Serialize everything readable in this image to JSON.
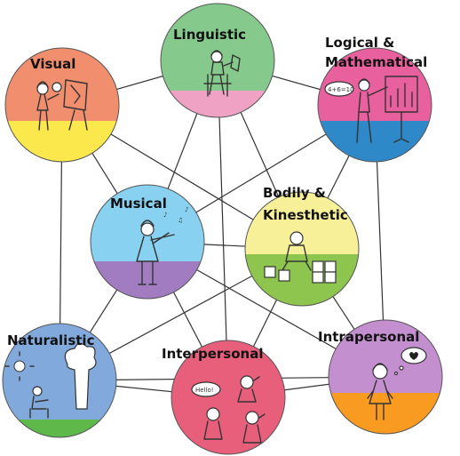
{
  "diagram": {
    "nodes": [
      {
        "id": "linguistic",
        "label": "Linguistic",
        "top_color": "#86c98c",
        "bottom_color": "#f0a2c4",
        "figure": "person-reading-icon"
      },
      {
        "id": "visual",
        "label": "Visual",
        "top_color": "#f08e6e",
        "bottom_color": "#fbe84c",
        "figure": "person-painting-icon"
      },
      {
        "id": "logical",
        "label_line1": "Logical &",
        "label_line2": "Mathematical",
        "top_color": "#e9609f",
        "bottom_color": "#2f89c8",
        "figure": "person-presenting-chart-icon",
        "speech": "4+6=10"
      },
      {
        "id": "musical",
        "label": "Musical",
        "top_color": "#89d1f1",
        "bottom_color": "#a17cc1",
        "figure": "person-violin-icon"
      },
      {
        "id": "bodily",
        "label_line1": "Bodily &",
        "label_line2": "Kinesthetic",
        "top_color": "#f7f098",
        "bottom_color": "#8dc54f",
        "figure": "child-blocks-icon"
      },
      {
        "id": "naturalistic",
        "label": "Naturalistic",
        "top_color": "#82a9db",
        "bottom_color": "#82a9db",
        "figure": "person-tree-icon"
      },
      {
        "id": "interpersonal",
        "label": "Interpersonal",
        "top_color": "#e85f7c",
        "bottom_color": "#e85f7c",
        "figure": "people-talking-icon",
        "speech": "Hello!"
      },
      {
        "id": "intrapersonal",
        "label": "Intrapersonal",
        "top_color": "#c48fcf",
        "bottom_color": "#f99a21",
        "figure": "girl-thinking-heart-icon"
      }
    ],
    "edges": [
      [
        "linguistic",
        "visual"
      ],
      [
        "linguistic",
        "logical"
      ],
      [
        "linguistic",
        "musical"
      ],
      [
        "linguistic",
        "bodily"
      ],
      [
        "linguistic",
        "interpersonal"
      ],
      [
        "visual",
        "bodily"
      ],
      [
        "visual",
        "musical"
      ],
      [
        "visual",
        "naturalistic"
      ],
      [
        "logical",
        "musical"
      ],
      [
        "logical",
        "bodily"
      ],
      [
        "logical",
        "intrapersonal"
      ],
      [
        "musical",
        "bodily"
      ],
      [
        "musical",
        "naturalistic"
      ],
      [
        "musical",
        "intrapersonal"
      ],
      [
        "musical",
        "interpersonal"
      ],
      [
        "bodily",
        "interpersonal"
      ],
      [
        "bodily",
        "intrapersonal"
      ],
      [
        "bodily",
        "naturalistic"
      ],
      [
        "naturalistic",
        "interpersonal"
      ],
      [
        "interpersonal",
        "intrapersonal"
      ],
      [
        "naturalistic",
        "intrapersonal"
      ]
    ]
  }
}
